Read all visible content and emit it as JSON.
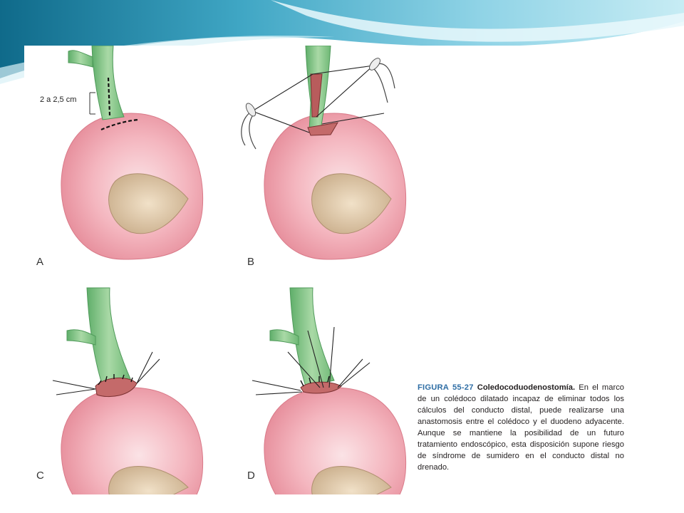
{
  "figure": {
    "panels": [
      {
        "letter": "A",
        "measure_label": "2 a 2,5 cm"
      },
      {
        "letter": "B"
      },
      {
        "letter": "C"
      },
      {
        "letter": "D"
      }
    ],
    "caption": {
      "label": "FIGURA 55-27",
      "title": "Coledocoduodenostomía.",
      "text": "En el marco de un colédoco dilatado incapaz de eliminar todos los cálculos del conducto distal, puede realizarse una anastomosis entre el colédoco y el duodeno adyacente. Aunque se mantiene la posibilidad de un futuro tratamiento endoscópico, esta disposición supone riesgo de síndrome de sumidero en el conducto distal no drenado."
    }
  }
}
